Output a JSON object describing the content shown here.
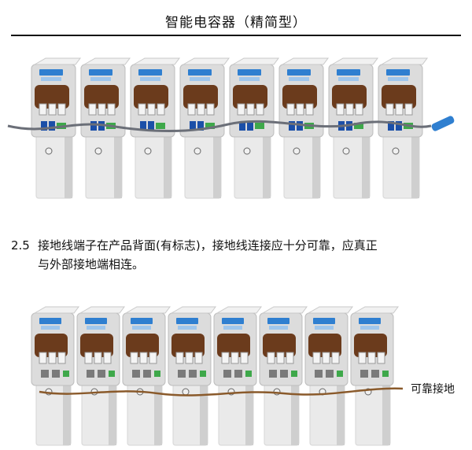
{
  "header": {
    "title": "智能电容器（精简型）"
  },
  "section": {
    "number": "2.5",
    "line1": "接地线端子在产品背面(有标志)，接地线连接应十分可靠，应真正",
    "line2": "与外部接地端相连。"
  },
  "figure2": {
    "label": "可靠接地"
  },
  "colors": {
    "body_light": "#eaeaea",
    "body_shadow": "#cfcfcf",
    "brown_panel": "#6b3b1c",
    "blue_accent": "#2f7fd0",
    "blue_connector": "#1b4fa8",
    "green_terminal": "#3ea84a",
    "ground_wire": "#8a5a2b",
    "signal_cable": "#6b6f78"
  }
}
